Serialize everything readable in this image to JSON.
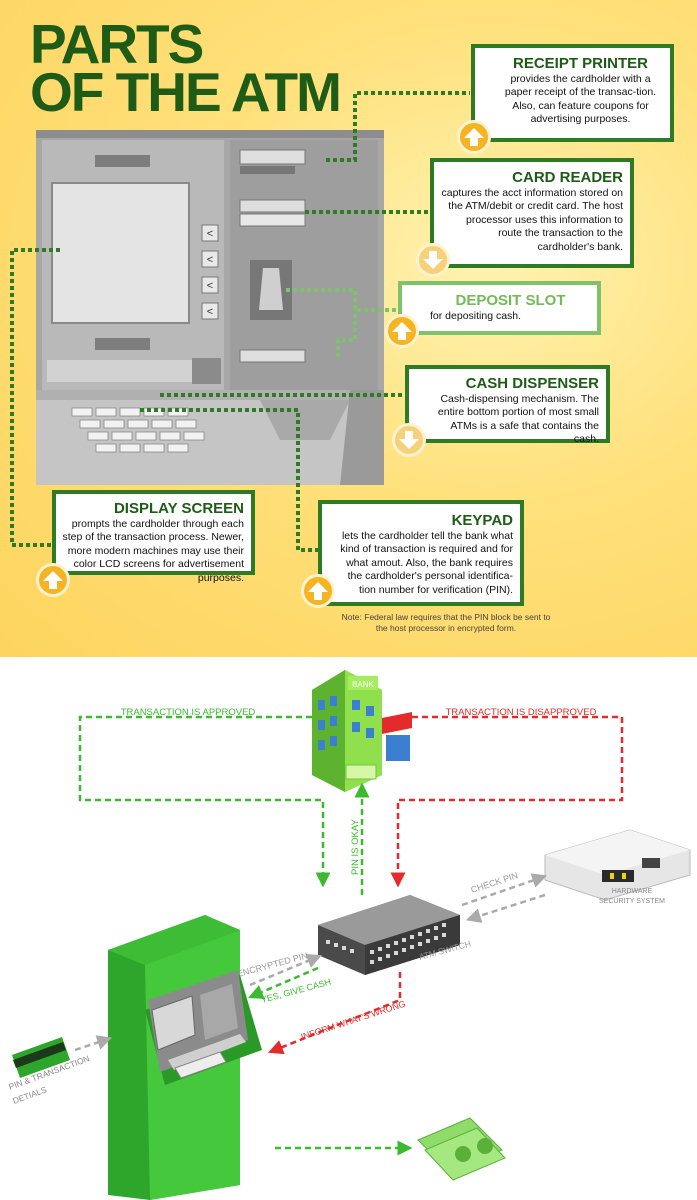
{
  "title": {
    "line1": "PARTS",
    "line2": "OF THE ATM"
  },
  "parts": {
    "receipt_printer": {
      "title": "RECEIPT PRINTER",
      "text": "provides the cardholder with a paper receipt of the transac-tion. Also, can feature coupons for advertising purposes."
    },
    "card_reader": {
      "title": "CARD READER",
      "text": "captures the acct information stored on the ATM/debit or credit card. The host processor uses this information to route the transaction to the cardholder's bank."
    },
    "deposit_slot": {
      "title": "DEPOSIT SLOT",
      "text": "for depositing cash."
    },
    "cash_dispenser": {
      "title": "CASH DISPENSER",
      "text": "Cash-dispensing mechanism. The entire bottom portion of most small ATMs is a safe that contains the cash."
    },
    "display_screen": {
      "title": "DISPLAY SCREEN",
      "text": "prompts the cardholder through each step of the transaction process. Newer, more modern machines may use their color LCD screens for advertisement purposes."
    },
    "keypad": {
      "title": "KEYPAD",
      "text": "lets the cardholder tell the bank what kind of transaction is required and for what amout. Also, the bank requires the cardholder's personal identifica-tion number for verification (PIN)."
    }
  },
  "note": "Note: Federal law requires that the PIN block be sent to the host processor in encrypted form.",
  "atm_side_buttons": [
    "<",
    "<",
    "<",
    "<"
  ],
  "flow": {
    "bank_sign": "BANK",
    "approved": "TRANSACTION IS APPROVED",
    "disapproved": "TRANSACTION IS DISAPPROVED",
    "pin_okay": "PIN IS OKAY",
    "check_pin": "CHECK PIN",
    "hsm": [
      "HARDWARE",
      "SECURITY SYSTEM"
    ],
    "atm_switch": "ATM SWITCH",
    "encrypted_pin": "ENCRYPTED PIN",
    "give_cash": "YES, GIVE CASH",
    "inform": "INFORM WHAT'S WRONG",
    "card_label": [
      "PIN & TRANSACTION",
      "DETIALS"
    ]
  },
  "colors": {
    "dark_green": "#1e5b17",
    "green": "#2f7a25",
    "light_green": "#7fc26b",
    "yellow": "#fdd45e",
    "badge": "#f4b423",
    "red": "#e32b2b",
    "flow_green": "#3cba2f",
    "gray": "#aaaaaa"
  }
}
